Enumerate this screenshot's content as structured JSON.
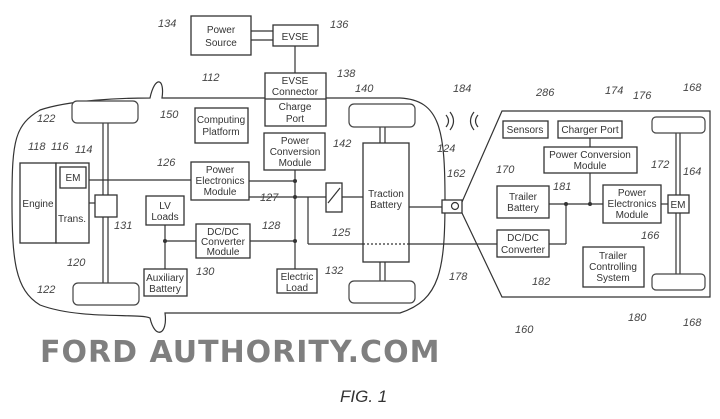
{
  "figure_label": "FIG. 1",
  "watermark": "FORD AUTHORITY.COM",
  "vehicle": {
    "ref": "112",
    "power_source": {
      "lines": [
        "Power",
        "Source"
      ],
      "ref": "134"
    },
    "evse": {
      "label": "EVSE",
      "ref": "136"
    },
    "evse_connector": {
      "lines": [
        "EVSE",
        "Connector"
      ],
      "ref": "138"
    },
    "charge_port": {
      "lines": [
        "Charge",
        "Port"
      ],
      "ref": "140"
    },
    "computing_platform": {
      "lines": [
        "Computing",
        "Platform"
      ],
      "ref": "150"
    },
    "power_conversion_module": {
      "lines": [
        "Power",
        "Conversion",
        "Module"
      ],
      "ref": "142"
    },
    "power_electronics_module": {
      "lines": [
        "Power",
        "Electronics",
        "Module"
      ],
      "ref": "126"
    },
    "bus_ref": "127",
    "engine": {
      "label": "Engine",
      "ref": "118"
    },
    "transmission": {
      "label": "Trans.",
      "ref": "116"
    },
    "em": {
      "label": "EM",
      "ref": "114"
    },
    "lv_loads": {
      "lines": [
        "LV",
        "Loads"
      ],
      "ref": "131"
    },
    "dcdc_module": {
      "lines": [
        "DC/DC",
        "Converter",
        "Module"
      ],
      "ref": "128"
    },
    "auxiliary_battery": {
      "lines": [
        "Auxiliary",
        "Battery"
      ],
      "ref": "130"
    },
    "electric_load": {
      "lines": [
        "Electric",
        "Load"
      ],
      "ref": "132"
    },
    "traction_battery": {
      "lines": [
        "Traction",
        "Battery"
      ],
      "ref": "124"
    },
    "contactor_ref": "125",
    "axle_ref": "120",
    "wheel_ref": "122"
  },
  "wireless_ref": "184",
  "hitch_ref": "162",
  "cable_ref": "178",
  "trailer": {
    "ref": "160",
    "sensors": {
      "label": "Sensors",
      "ref": "286"
    },
    "charger_port": {
      "label": "Charger Port",
      "ref": "174"
    },
    "power_conversion_module": {
      "lines": [
        "Power Conversion",
        "Module"
      ],
      "ref": "176"
    },
    "trailer_battery": {
      "lines": [
        "Trailer",
        "Battery"
      ],
      "ref": "170"
    },
    "node_ref": "181",
    "power_electronics_module": {
      "lines": [
        "Power",
        "Electronics",
        "Module"
      ],
      "ref": "172"
    },
    "em": {
      "label": "EM",
      "ref": "164"
    },
    "axle_ref": "166",
    "wheel_ref": "168",
    "dcdc_converter": {
      "lines": [
        "DC/DC",
        "Converter"
      ],
      "ref": "182"
    },
    "trailer_controlling_system": {
      "lines": [
        "Trailer",
        "Controlling",
        "System"
      ],
      "ref": "180"
    }
  }
}
